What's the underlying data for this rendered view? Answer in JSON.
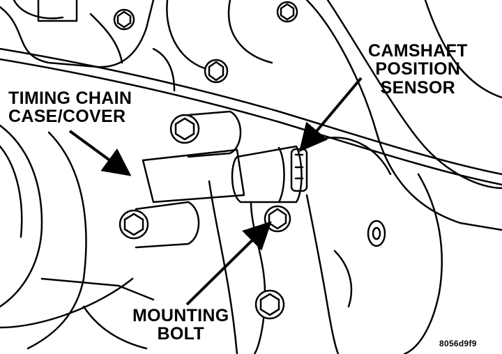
{
  "labels": {
    "timing_chain_line1": "TIMING CHAIN",
    "timing_chain_line2": "CASE/COVER",
    "camshaft_line1": "CAMSHAFT",
    "camshaft_line2": "POSITION",
    "camshaft_line3": "SENSOR",
    "mounting_line1": "MOUNTING",
    "mounting_line2": "BOLT"
  },
  "figure_code": "8056d9f9",
  "colors": {
    "ink": "#000000",
    "paper": "#ffffff"
  }
}
